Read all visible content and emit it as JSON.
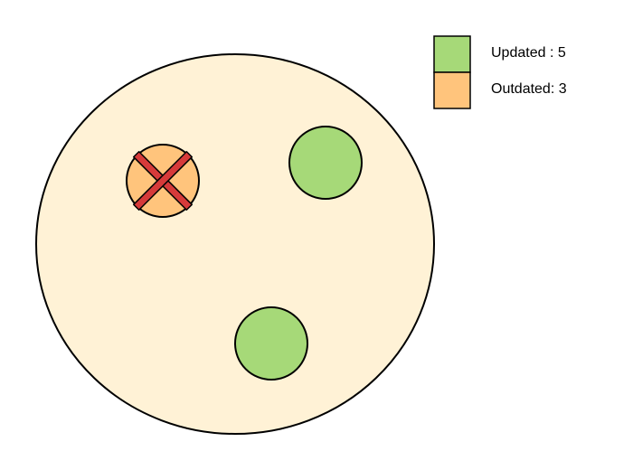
{
  "colors": {
    "background_circle": "#fff2d6",
    "updated": "#a6d978",
    "outdated": "#ffc47c",
    "cross": "#d63a3a",
    "stroke": "#000000"
  },
  "nodes": [
    {
      "status": "outdated",
      "crossed": true
    },
    {
      "status": "updated",
      "crossed": false
    },
    {
      "status": "updated",
      "crossed": false
    }
  ],
  "legend": [
    {
      "status": "updated",
      "label": "Updated : 5"
    },
    {
      "status": "outdated",
      "label": "Outdated: 3"
    }
  ]
}
